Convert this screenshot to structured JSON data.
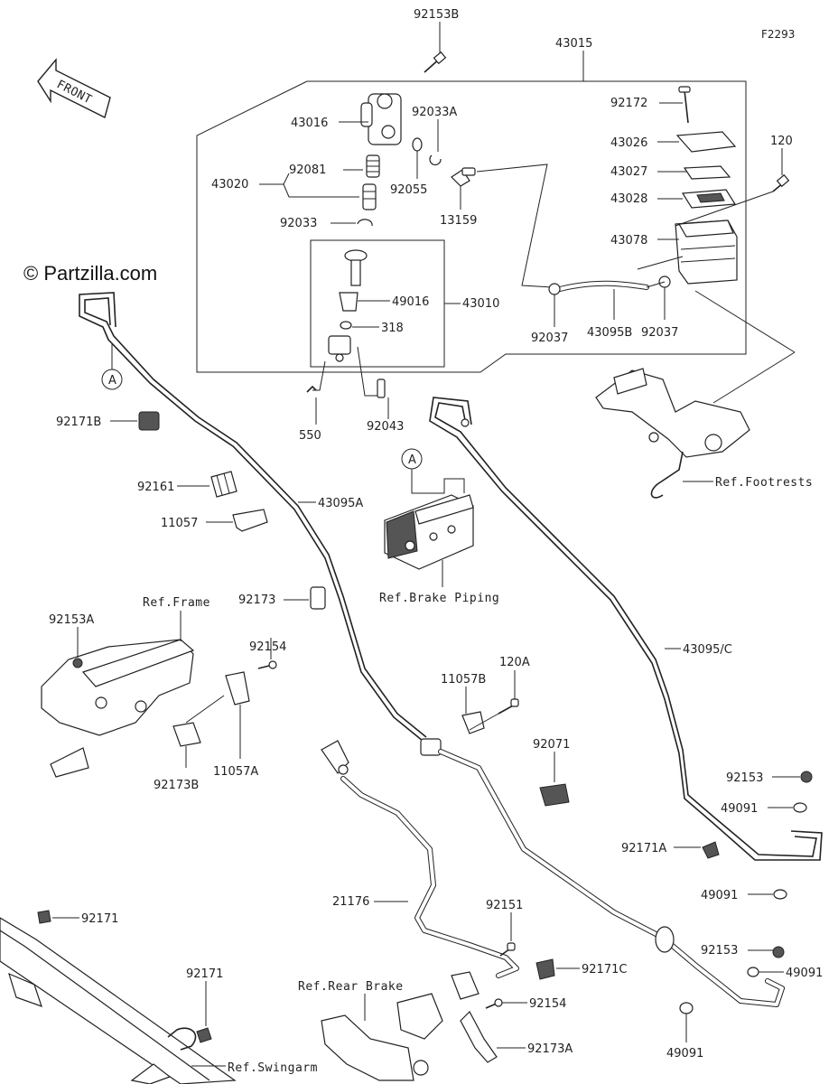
{
  "figure_code": "F2293",
  "watermark": "© Partzilla.com",
  "front_label": "FRONT",
  "callout_letter": "A",
  "labels": {
    "p92153B": "92153B",
    "p43015": "43015",
    "p43016": "43016",
    "p92033A": "92033A",
    "p92172": "92172",
    "p43026": "43026",
    "p120": "120",
    "p43020": "43020",
    "p92081": "92081",
    "p92055": "92055",
    "p13159": "13159",
    "p43027": "43027",
    "p43028": "43028",
    "p92033": "92033",
    "p43078": "43078",
    "p49016": "49016",
    "p43010": "43010",
    "p318": "318",
    "p92037a": "92037",
    "p43095B": "43095B",
    "p92037b": "92037",
    "p550": "550",
    "p92043": "92043",
    "p92171B": "92171B",
    "p92161": "92161",
    "p43095A": "43095A",
    "p11057": "11057",
    "p92173": "92173",
    "p92153A": "92153A",
    "p92154a": "92154",
    "p11057B": "11057B",
    "p120A": "120A",
    "p43095C": "43095/C",
    "p92173B": "92173B",
    "p11057A": "11057A",
    "p92071": "92071",
    "p92153a": "92153",
    "p49091a": "49091",
    "p92171A": "92171A",
    "p49091b": "49091",
    "p21176": "21176",
    "p92151": "92151",
    "p92171a": "92171",
    "p92171b": "92171",
    "p92171C": "92171C",
    "p92153b": "92153",
    "p49091c": "49091",
    "p92154b": "92154",
    "p92173A": "92173A",
    "p49091d": "49091"
  },
  "refs": {
    "footrests": "Ref.Footrests",
    "brake_piping": "Ref.Brake Piping",
    "frame": "Ref.Frame",
    "rear_brake": "Ref.Rear Brake",
    "swingarm": "Ref.Swingarm"
  }
}
